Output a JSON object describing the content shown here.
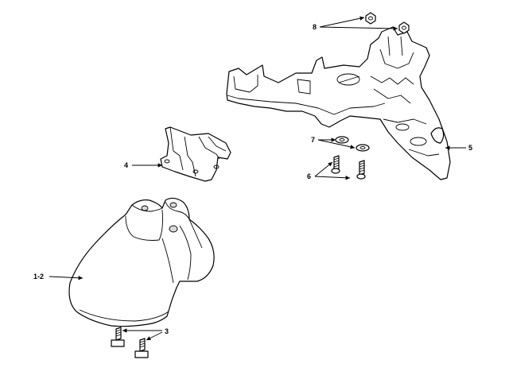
{
  "callouts": {
    "c1_2": "1-2",
    "c3": "3",
    "c4": "4",
    "c5": "5",
    "c6": "6",
    "c7": "7",
    "c8": "8"
  },
  "colors": {
    "background": "#ffffff",
    "line": "#000000",
    "shade": "#d9d9d9"
  }
}
